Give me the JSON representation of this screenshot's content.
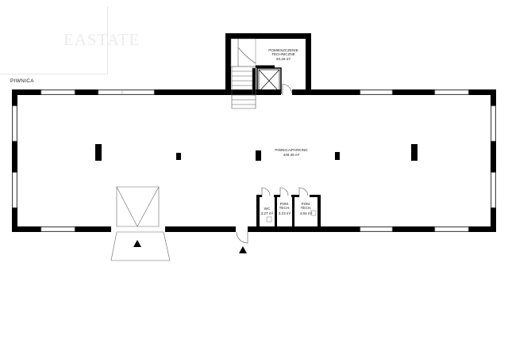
{
  "watermark": {
    "logo_text": "EASTATE"
  },
  "floor_plan": {
    "floor_label": "PIWNICA",
    "rooms": {
      "tech_room_upper": {
        "name_line1": "POMIESZCZENIE",
        "name_line2": "TECHNICZNE",
        "area": "20,48 m²"
      },
      "parking": {
        "name": "PIWNICA/PARKING",
        "area": "446,48 m²"
      },
      "wc": {
        "name": "WC",
        "area": "3,27 m²"
      },
      "pom_tech_1": {
        "name_line1": "POM.",
        "name_line2": "TECH.",
        "area": "3,23 m²"
      },
      "pom_tech_2": {
        "name_line1": "POM.",
        "name_line2": "TECH.",
        "area": "4,84 m²"
      }
    },
    "colors": {
      "wall": "#000000",
      "window": "#b8b8b8",
      "line": "#555555"
    }
  }
}
